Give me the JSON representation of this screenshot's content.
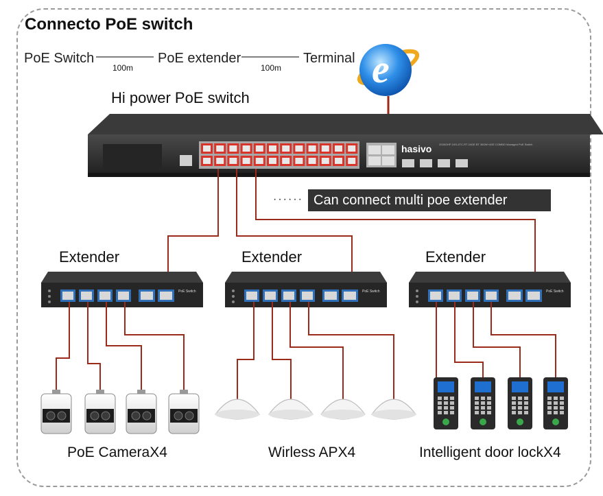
{
  "title": "Connecto PoE switch",
  "chain": {
    "poe_switch": "PoE Switch",
    "poe_extender": "PoE extender",
    "terminal": "Terminal",
    "distance_1": "100m",
    "distance_2": "100m"
  },
  "main_switch": {
    "label": "Hi power PoE switch",
    "brand": "hasivo",
    "model_text": "2026GHP-24S-4TC-RT  24GE BT 360W+4GE COMBO  Managed PoE Switch"
  },
  "callout": "Can connect multi poe extender",
  "callout_dots": "······",
  "extenders": [
    {
      "label": "Extender",
      "panel_text": "PoE Switch"
    },
    {
      "label": "Extender",
      "panel_text": "PoE Switch"
    },
    {
      "label": "Extender",
      "panel_text": "PoE Switch"
    }
  ],
  "devices": {
    "cameras": "PoE CameraX4",
    "access_points": "Wirless APX4",
    "door_locks": "Intelligent door lockX4"
  },
  "colors": {
    "cable": "#9b2a1a",
    "switch_body": "#2b2b2b",
    "port_red": "#d8342a",
    "callout_bg": "#333333",
    "ie_blue": "#1f7fd8"
  }
}
